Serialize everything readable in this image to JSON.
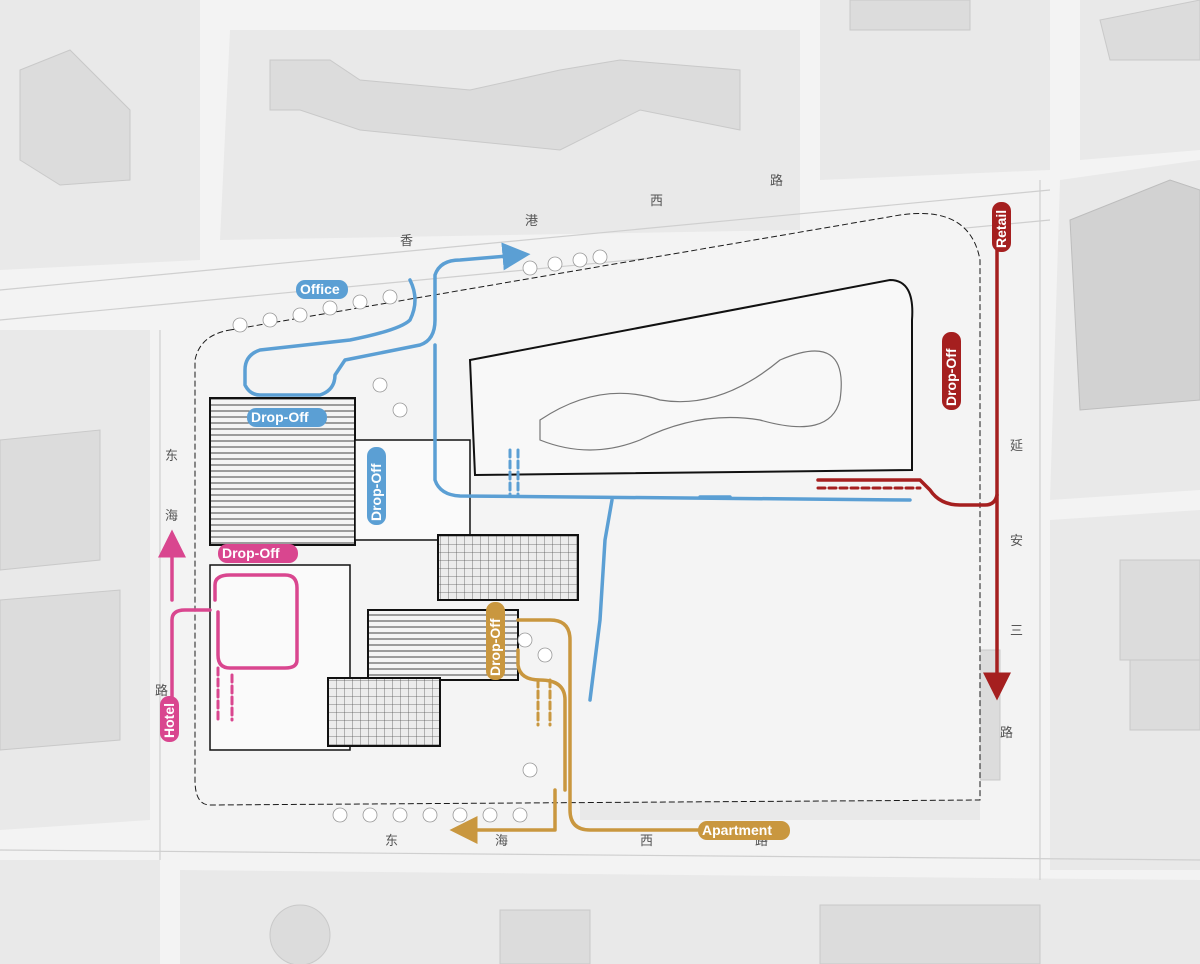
{
  "streets": {
    "north": [
      "香",
      "港",
      "西",
      "路"
    ],
    "east": [
      "延",
      "安",
      "三",
      "路"
    ],
    "south": [
      "东",
      "海",
      "西",
      "路"
    ],
    "west": [
      "东",
      "海",
      "路"
    ]
  },
  "routes": {
    "office": {
      "label": "Office",
      "color": "#5b9fd4"
    },
    "retail": {
      "label": "Retail",
      "color": "#a51f1f"
    },
    "hotel": {
      "label": "Hotel",
      "color": "#d9468f"
    },
    "apartment": {
      "label": "Apartment",
      "color": "#c9973f"
    }
  },
  "dropoffs": {
    "office_main": "Drop-Off",
    "office_side": "Drop-Off",
    "retail": "Drop-Off",
    "hotel": "Drop-Off",
    "apartment": "Drop-Off"
  }
}
